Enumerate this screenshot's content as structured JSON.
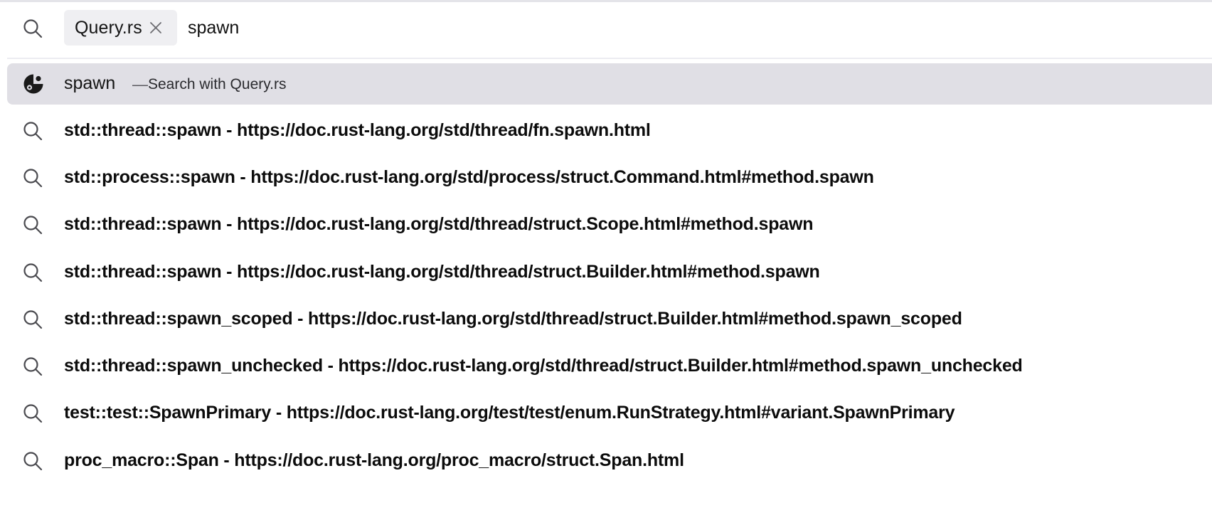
{
  "search": {
    "icon": "search-icon",
    "engine_chip": {
      "label": "Query.rs",
      "close_icon": "close-icon"
    },
    "query_value": "spawn"
  },
  "suggestion": {
    "icon": "query-rs-engine-icon",
    "term": "spawn",
    "separator": "—",
    "action": "Search with Query.rs"
  },
  "results": [
    {
      "icon": "search-icon",
      "text": "std::thread::spawn - https://doc.rust-lang.org/std/thread/fn.spawn.html"
    },
    {
      "icon": "search-icon",
      "text": "std::process::spawn - https://doc.rust-lang.org/std/process/struct.Command.html#method.spawn"
    },
    {
      "icon": "search-icon",
      "text": "std::thread::spawn - https://doc.rust-lang.org/std/thread/struct.Scope.html#method.spawn"
    },
    {
      "icon": "search-icon",
      "text": "std::thread::spawn - https://doc.rust-lang.org/std/thread/struct.Builder.html#method.spawn"
    },
    {
      "icon": "search-icon",
      "text": "std::thread::spawn_scoped - https://doc.rust-lang.org/std/thread/struct.Builder.html#method.spawn_scoped"
    },
    {
      "icon": "search-icon",
      "text": "std::thread::spawn_unchecked - https://doc.rust-lang.org/std/thread/struct.Builder.html#method.spawn_unchecked"
    },
    {
      "icon": "search-icon",
      "text": "test::test::SpawnPrimary - https://doc.rust-lang.org/test/test/enum.RunStrategy.html#variant.SpawnPrimary"
    },
    {
      "icon": "search-icon",
      "text": "proc_macro::Span - https://doc.rust-lang.org/proc_macro/struct.Span.html"
    }
  ],
  "colors": {
    "highlight_bg": "#e0dfe5",
    "chip_bg": "#efeff2",
    "separator": "#ececf1",
    "icon_gray": "#4a4a4f"
  }
}
